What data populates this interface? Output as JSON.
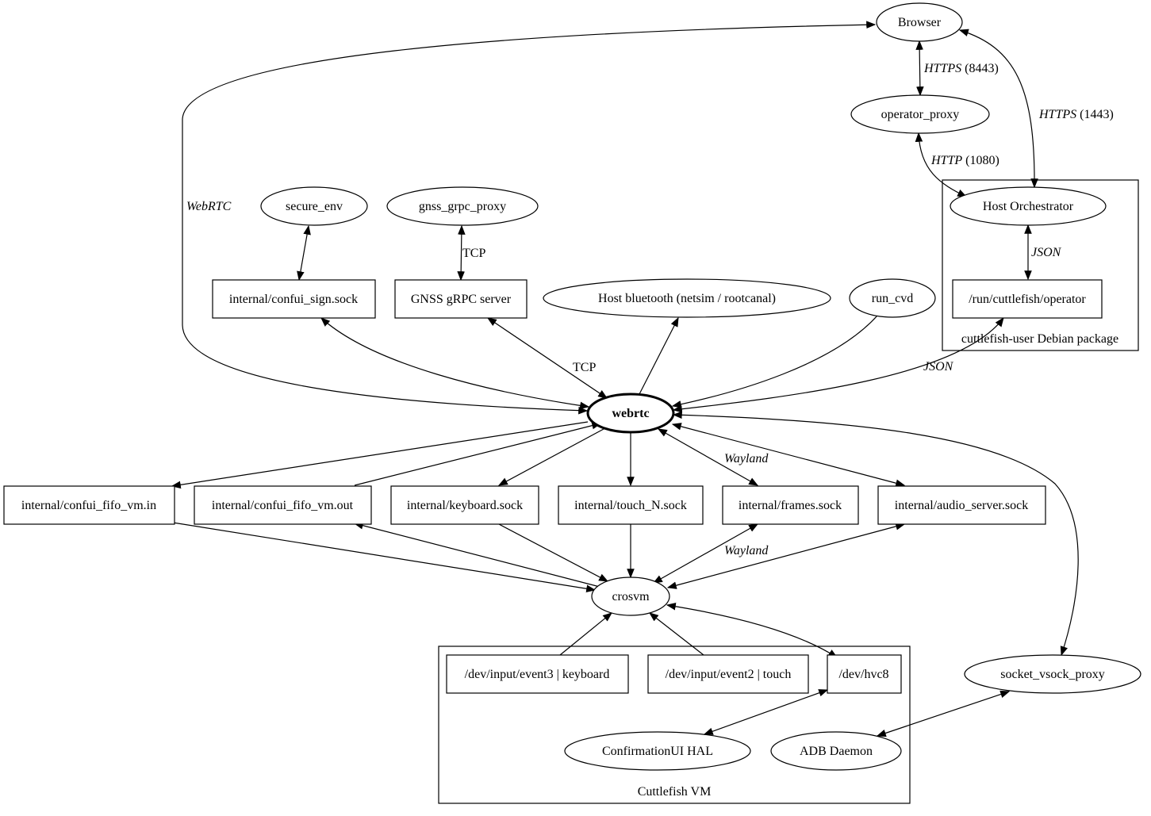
{
  "nodes": {
    "browser": "Browser",
    "operator_proxy": "operator_proxy",
    "host_orchestrator": "Host Orchestrator",
    "run_cuttlefish_operator": "/run/cuttlefish/operator",
    "secure_env": "secure_env",
    "gnss_grpc_proxy": "gnss_grpc_proxy",
    "confui_sign_sock": "internal/confui_sign.sock",
    "gnss_grpc_server": "GNSS gRPC server",
    "host_bluetooth": "Host bluetooth (netsim / rootcanal)",
    "run_cvd": "run_cvd",
    "webrtc": "webrtc",
    "confui_fifo_vm_in": "internal/confui_fifo_vm.in",
    "confui_fifo_vm_out": "internal/confui_fifo_vm.out",
    "keyboard_sock": "internal/keyboard.sock",
    "touch_sock": "internal/touch_N.sock",
    "frames_sock": "internal/frames.sock",
    "audio_server_sock": "internal/audio_server.sock",
    "crosvm": "crosvm",
    "dev_input_event3": "/dev/input/event3 | keyboard",
    "dev_input_event2": "/dev/input/event2 | touch",
    "dev_hvc8": "/dev/hvc8",
    "confirmationui_hal": "ConfirmationUI HAL",
    "adb_daemon": "ADB Daemon",
    "socket_vsock_proxy": "socket_vsock_proxy"
  },
  "clusters": {
    "debian_package": "cuttlefish-user Debian package",
    "cuttlefish_vm": "Cuttlefish VM"
  },
  "edge_labels": {
    "https_8443": {
      "proto": "HTTPS",
      "port": " (8443)"
    },
    "https_1443": {
      "proto": "HTTPS",
      "port": " (1443)"
    },
    "http_1080": {
      "proto": "HTTP",
      "port": " (1080)"
    },
    "json_orchestrator": "JSON",
    "json_webrtc": "JSON",
    "webrtc_browser": "WebRTC",
    "tcp_gnss": "TCP",
    "tcp_webrtc": "TCP",
    "wayland_top": "Wayland",
    "wayland_bottom": "Wayland"
  }
}
